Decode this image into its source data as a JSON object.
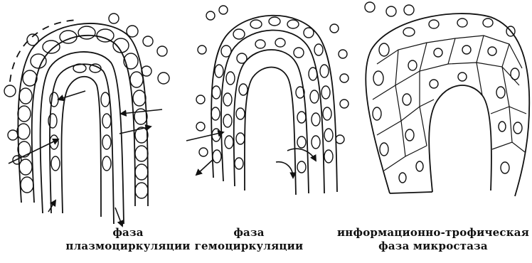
{
  "ink_color": "#111111",
  "background": "#ffffff",
  "panels": [
    {
      "id": "plasma",
      "caption_line1": "фаза",
      "caption_line2": "плазмоциркуляции"
    },
    {
      "id": "hemo",
      "caption_line1": "фаза",
      "caption_line2": "гемоциркуляции"
    },
    {
      "id": "stasis",
      "caption_line1": "информационно-трофическая",
      "caption_line2": "фаза  микростаза"
    }
  ]
}
